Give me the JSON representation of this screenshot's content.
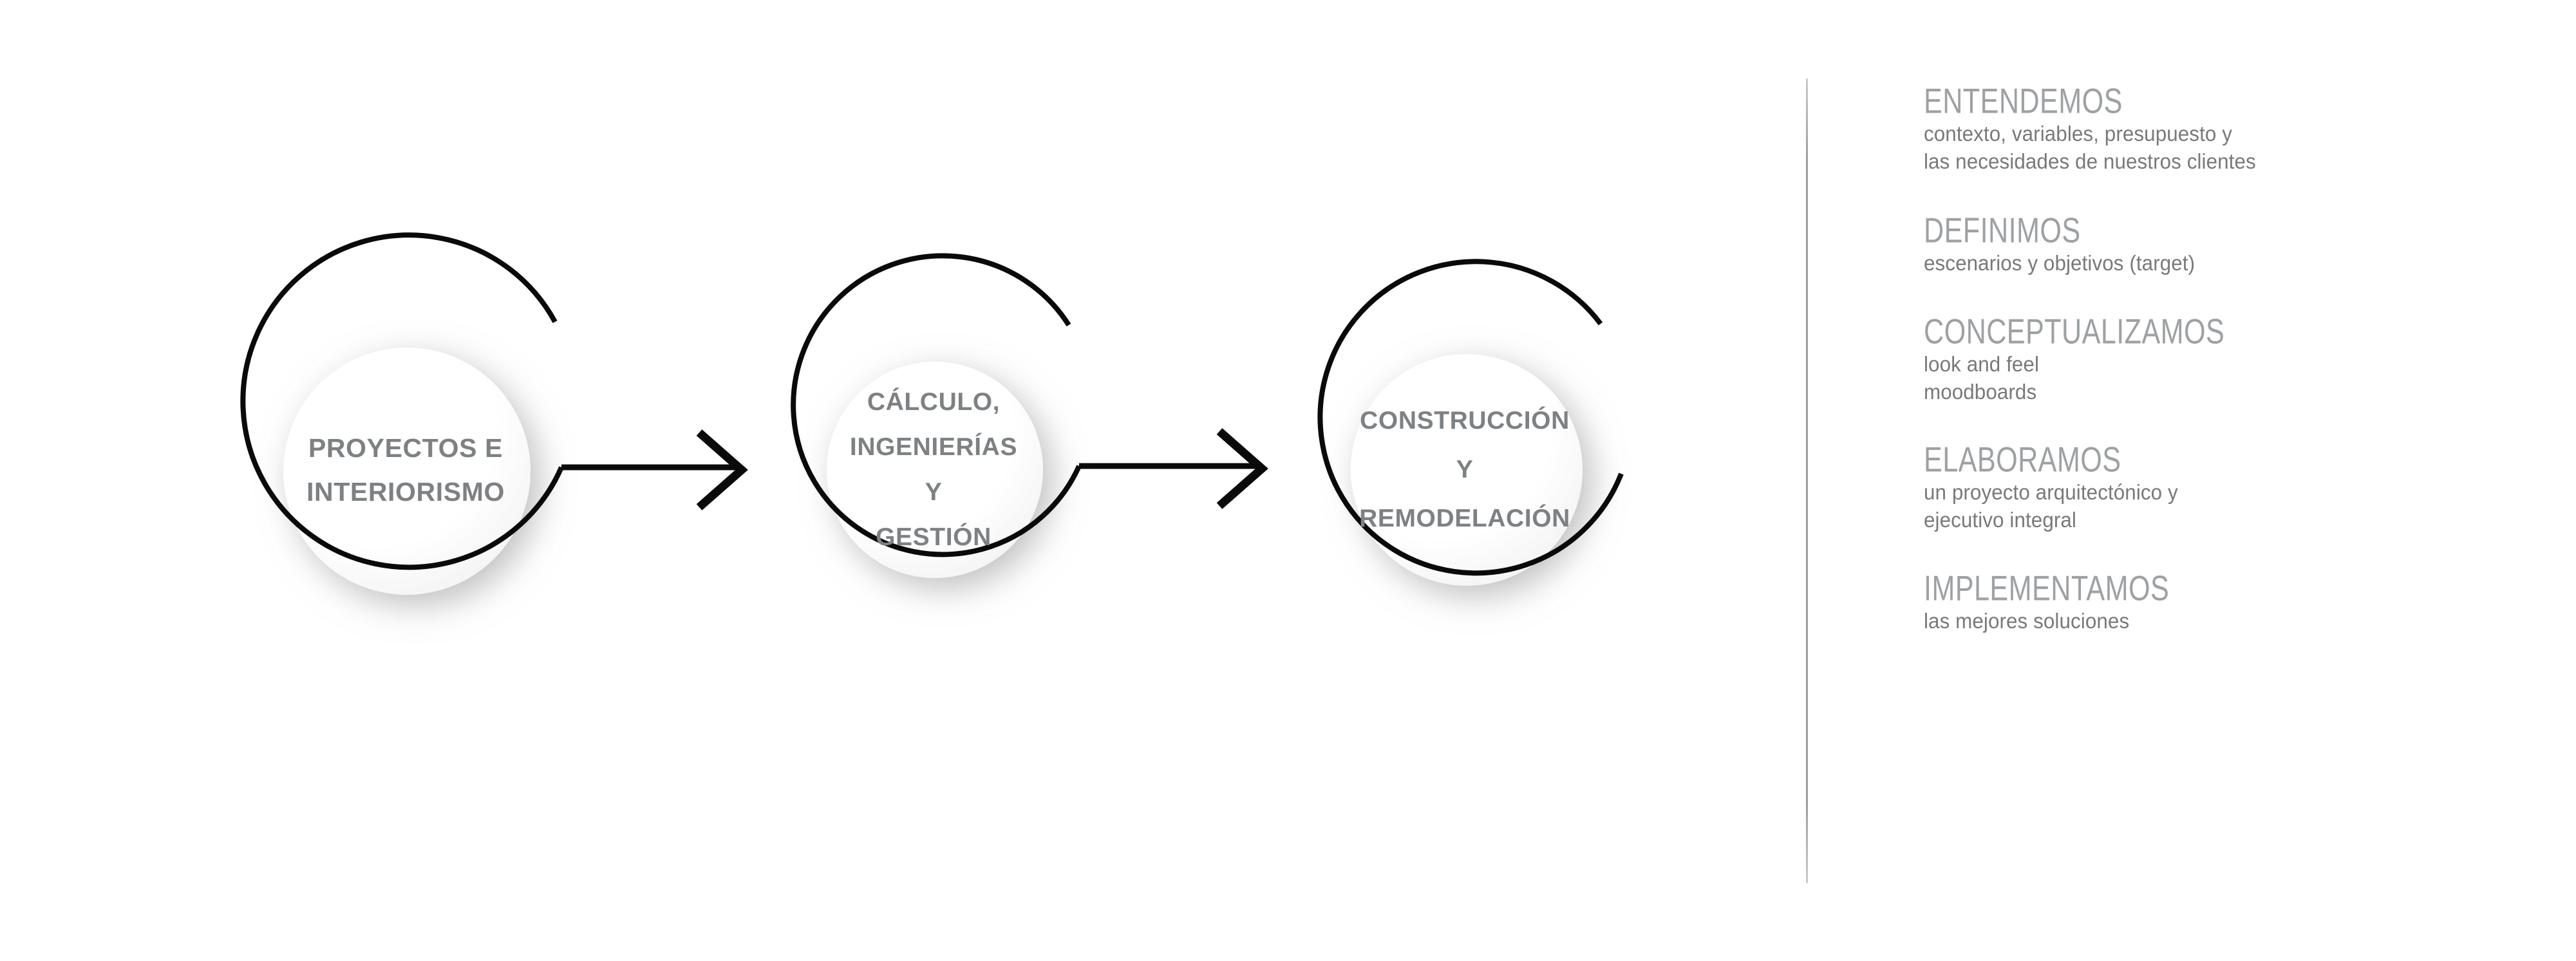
{
  "colors": {
    "ring_stroke": "#0a0a0a",
    "circle_fill": "#ffffff",
    "circle_label_text": "#7d8183",
    "divider": "#9b9d9f",
    "step_heading": "#9ea1a3",
    "step_body": "#78797b",
    "page_background": "#ffffff"
  },
  "process": {
    "nodes": [
      {
        "id": "proyectos-e-interiorismo",
        "lines": [
          "PROYECTOS E",
          "INTERIORISMO"
        ]
      },
      {
        "id": "calculo-ingenierias-y-gestion",
        "lines": [
          "CÁLCULO,",
          "INGENIERÍAS",
          "Y",
          "GESTIÓN"
        ]
      },
      {
        "id": "construccion-y-remodelacion",
        "lines": [
          "CONSTRUCCIÓN",
          "Y",
          "REMODELACIÓN"
        ]
      }
    ],
    "connectors": [
      {
        "id": "arrow-1-to-2",
        "from": "proyectos-e-interiorismo",
        "to": "calculo-ingenierias-y-gestion"
      },
      {
        "id": "arrow-2-to-3",
        "from": "calculo-ingenierias-y-gestion",
        "to": "construccion-y-remodelacion"
      }
    ]
  },
  "steps": [
    {
      "heading": "ENTENDEMOS",
      "body_lines": [
        "contexto, variables, presupuesto y",
        "las necesidades de nuestros clientes"
      ]
    },
    {
      "heading": "DEFINIMOS",
      "body_lines": [
        "escenarios y objetivos (target)"
      ]
    },
    {
      "heading": "CONCEPTUALIZAMOS",
      "body_lines": [
        "look and feel",
        "moodboards"
      ]
    },
    {
      "heading": "ELABORAMOS",
      "body_lines": [
        "un proyecto arquitectónico y",
        "ejecutivo integral"
      ]
    },
    {
      "heading": "IMPLEMENTAMOS",
      "body_lines": [
        "las mejores soluciones"
      ]
    }
  ]
}
